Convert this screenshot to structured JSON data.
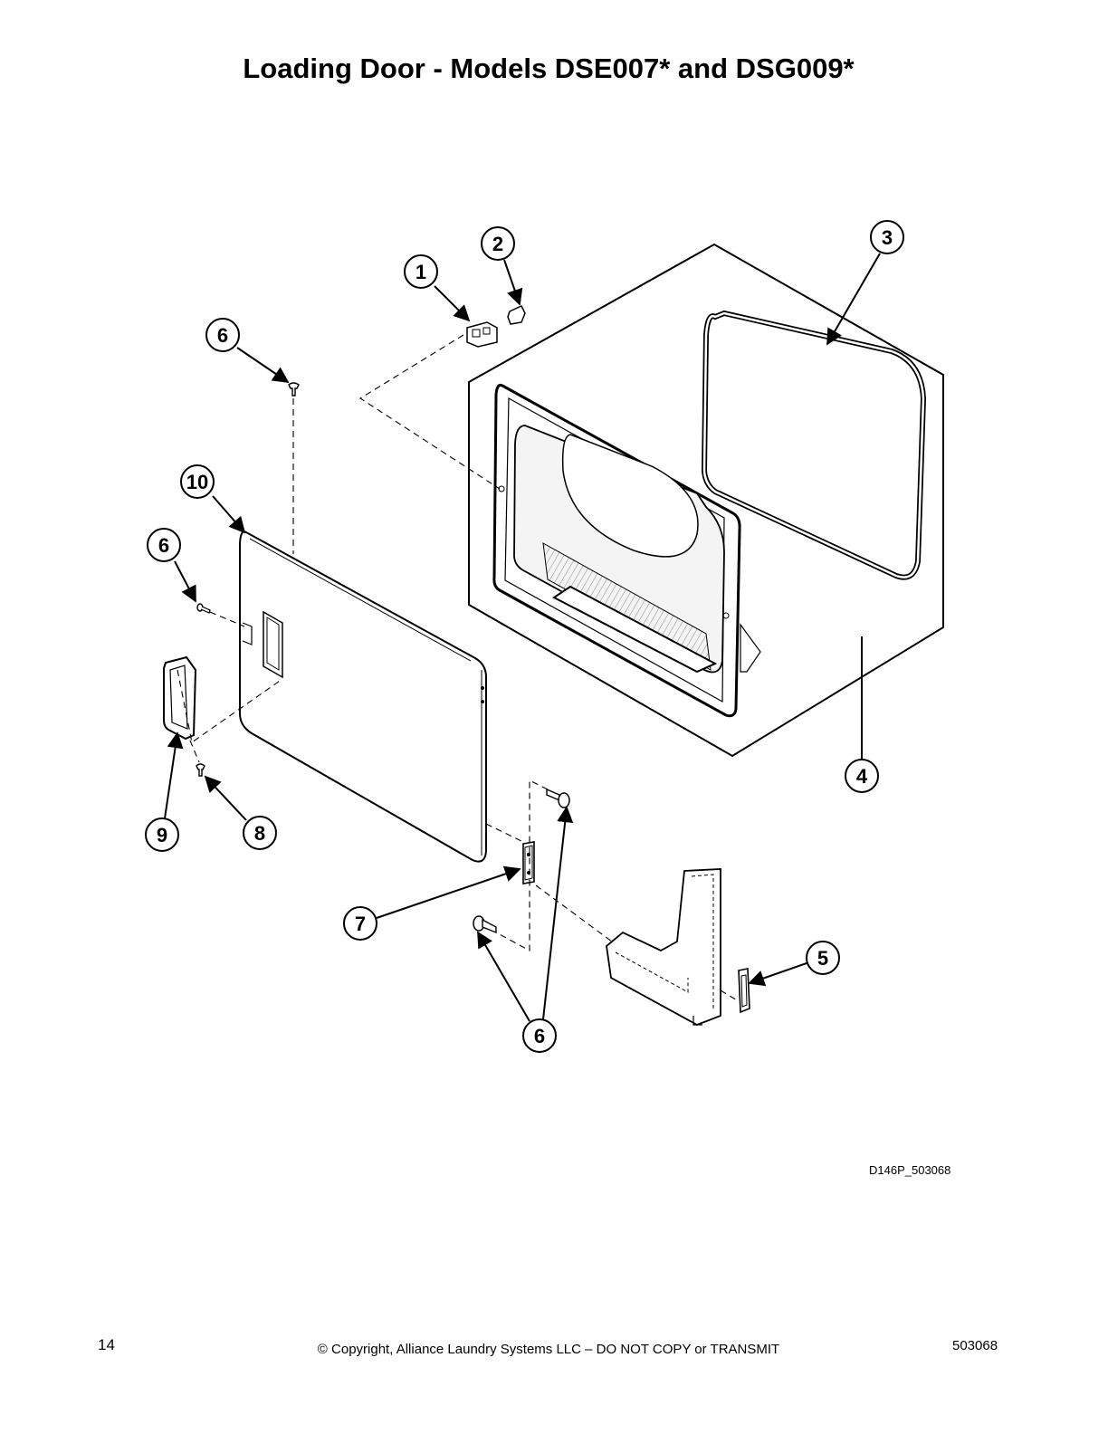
{
  "title": "Loading Door - Models DSE007* and DSG009*",
  "callouts": {
    "c1": "1",
    "c2": "2",
    "c3": "3",
    "c4": "4",
    "c5": "5",
    "c6a": "6",
    "c6b": "6",
    "c6c": "6",
    "c7": "7",
    "c8": "8",
    "c9": "9",
    "c10": "10"
  },
  "drawing_code": "D146P_503068",
  "footer": {
    "page_number": "14",
    "copyright": "© Copyright, Alliance Laundry Systems LLC – DO NOT COPY or TRANSMIT",
    "document_number": "503068"
  }
}
